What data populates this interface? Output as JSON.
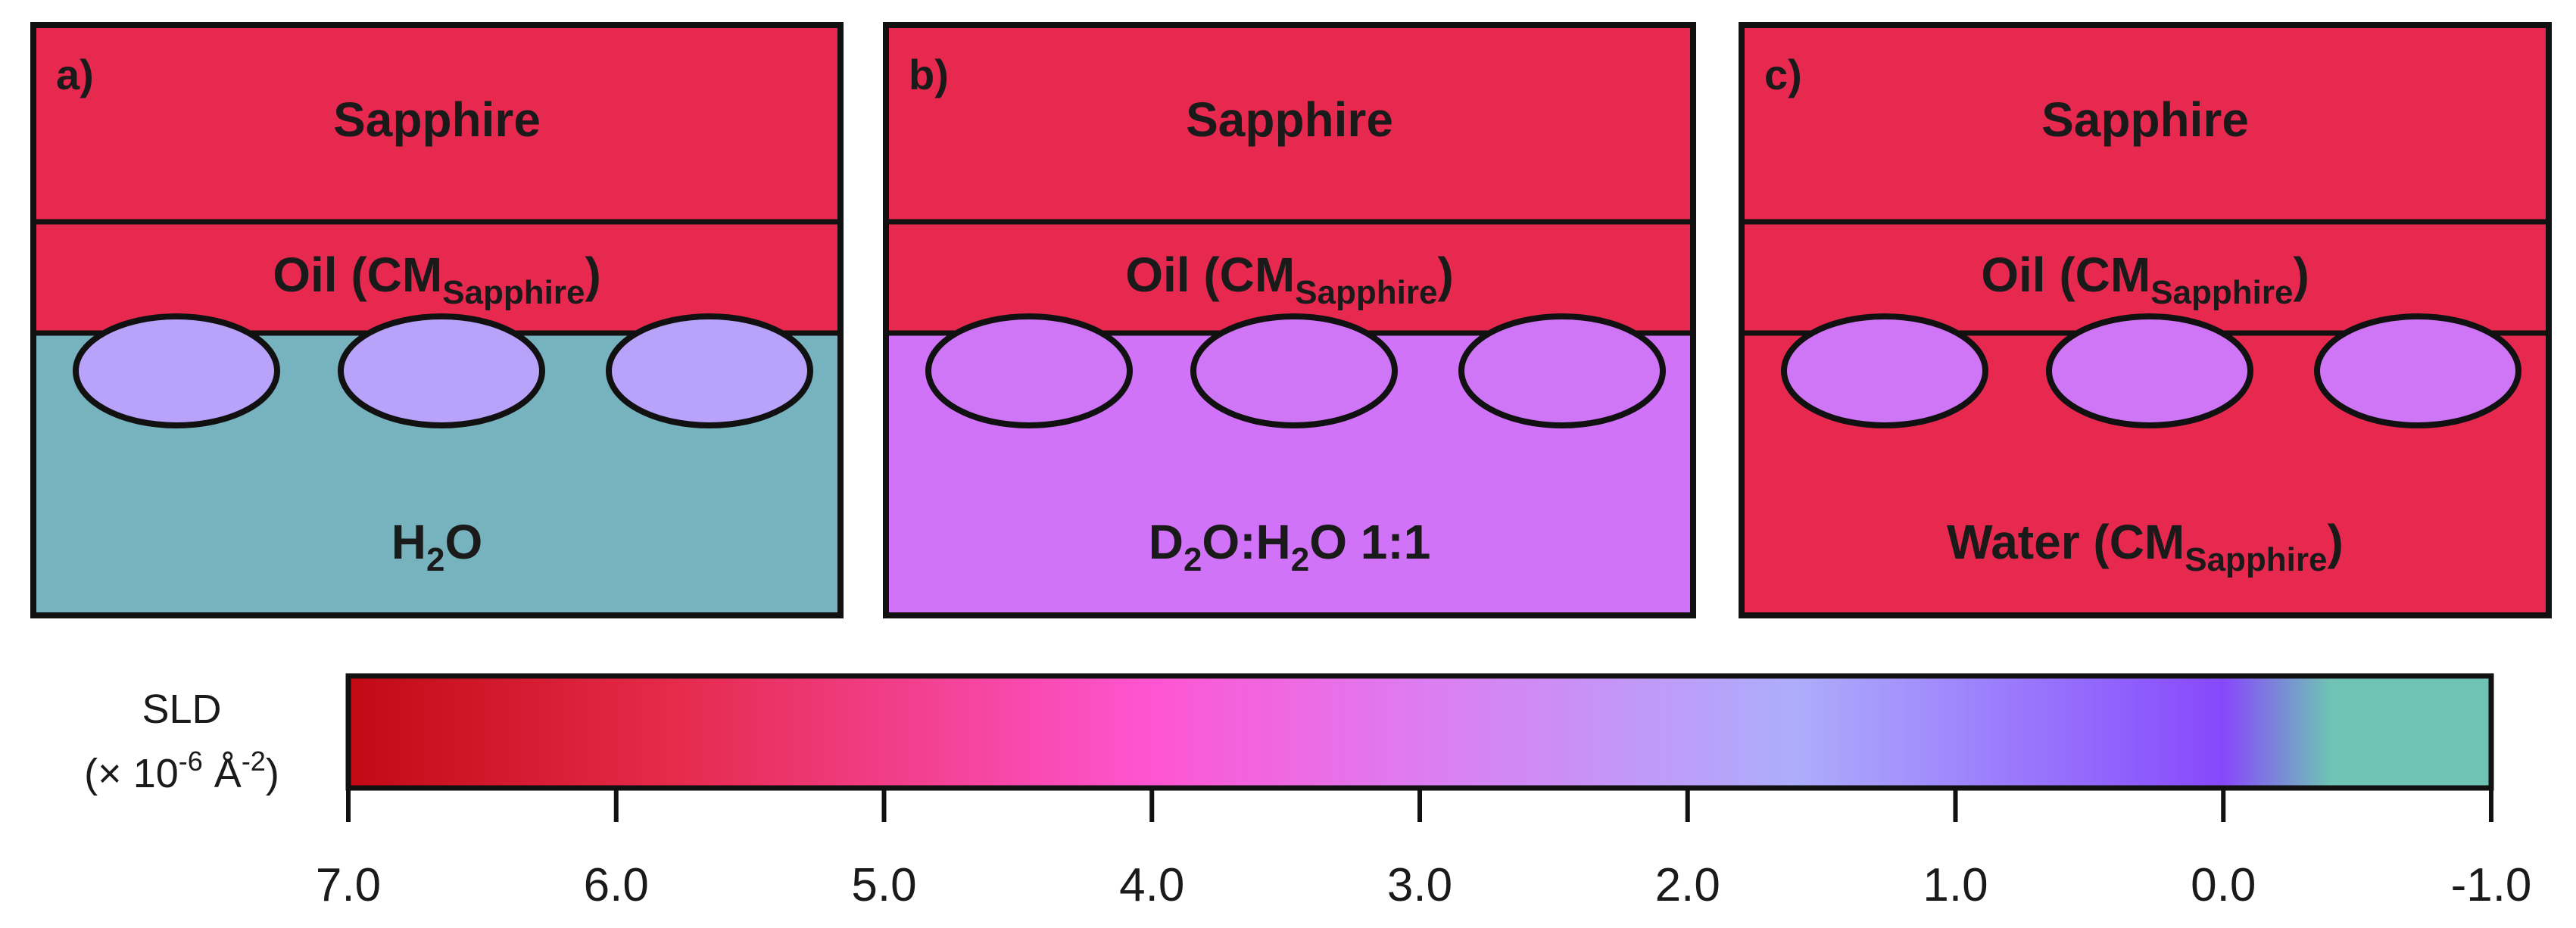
{
  "panels": [
    {
      "label": "a)",
      "top_layer": "Sapphire",
      "middle_layer": {
        "main": "Oil (CM",
        "sub": "Sapphire",
        "close": ")"
      },
      "bottom_layer": {
        "parts": [
          {
            "t": "H"
          },
          {
            "t": "2",
            "sub": true
          },
          {
            "t": "O"
          }
        ]
      },
      "colors": {
        "top": "#E8294F",
        "middle": "#E8294F",
        "bottom": "#76B3BE",
        "ellipse": "#B8A2FA"
      }
    },
    {
      "label": "b)",
      "top_layer": "Sapphire",
      "middle_layer": {
        "main": "Oil (CM",
        "sub": "Sapphire",
        "close": ")"
      },
      "bottom_layer": {
        "parts": [
          {
            "t": "D"
          },
          {
            "t": "2",
            "sub": true
          },
          {
            "t": "O:H"
          },
          {
            "t": "2",
            "sub": true
          },
          {
            "t": "O 1:1"
          }
        ]
      },
      "colors": {
        "top": "#E8294F",
        "middle": "#E8294F",
        "bottom": "#D173F8",
        "ellipse": "#CF76F6"
      }
    },
    {
      "label": "c)",
      "top_layer": "Sapphire",
      "middle_layer": {
        "main": "Oil (CM",
        "sub": "Sapphire",
        "close": ")"
      },
      "bottom_layer": {
        "parts": [
          {
            "t": "Water (CM"
          },
          {
            "t": "Sapphire",
            "sub": true
          },
          {
            "t": ")"
          }
        ]
      },
      "colors": {
        "top": "#E8294F",
        "middle": "#E8294F",
        "bottom": "#E8294F",
        "ellipse": "#CF76F6"
      }
    }
  ],
  "colorbar": {
    "label_line1": "SLD",
    "label_line2": {
      "pre": "(× 10",
      "sup1": "-6",
      "mid": " Å",
      "sup2": "-2",
      "post": ")"
    },
    "min": -1.0,
    "max": 7.0,
    "ticks": [
      "7.0",
      "6.0",
      "5.0",
      "4.0",
      "3.0",
      "2.0",
      "1.0",
      "0.0",
      "-1.0"
    ],
    "gradient_stops": [
      {
        "value": 7.0,
        "color": "#C10A14"
      },
      {
        "value": 5.8,
        "color": "#E52A4A"
      },
      {
        "value": 4.0,
        "color": "#FF55D2"
      },
      {
        "value": 3.0,
        "color": "#DD7CF2"
      },
      {
        "value": 1.6,
        "color": "#ADADFB"
      },
      {
        "value": 0.0,
        "color": "#8748FC"
      },
      {
        "value": -0.4,
        "color": "#6FC3B5"
      },
      {
        "value": -1.0,
        "color": "#6FC3B5"
      }
    ]
  }
}
